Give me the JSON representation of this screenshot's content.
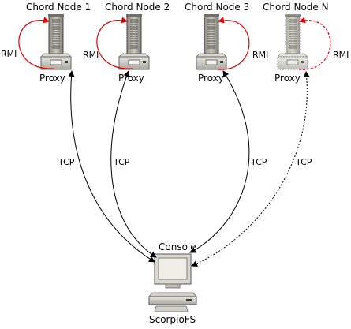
{
  "nodes": [
    {
      "title": "Chord Node 1",
      "proxy": "Proxy",
      "rmi": "RMI",
      "dashed": false
    },
    {
      "title": "Chord Node 2",
      "proxy": "Proxy",
      "rmi": "RMI",
      "dashed": false
    },
    {
      "title": "Chord Node 3",
      "proxy": "Proxy",
      "rmi": "RMI",
      "dashed": false
    },
    {
      "title": "Chord Node N",
      "proxy": "Proxy",
      "rmi": "RMI",
      "dashed": true
    }
  ],
  "links": [
    {
      "label": "TCP",
      "dashed": false
    },
    {
      "label": "TCP",
      "dashed": false
    },
    {
      "label": "TCP",
      "dashed": false
    },
    {
      "label": "TCP",
      "dashed": true
    }
  ],
  "console": {
    "title": "Console",
    "caption": "ScorpioFS"
  },
  "colors": {
    "rmi_arrow": "#e00000",
    "tcp_arrow": "#000000"
  }
}
